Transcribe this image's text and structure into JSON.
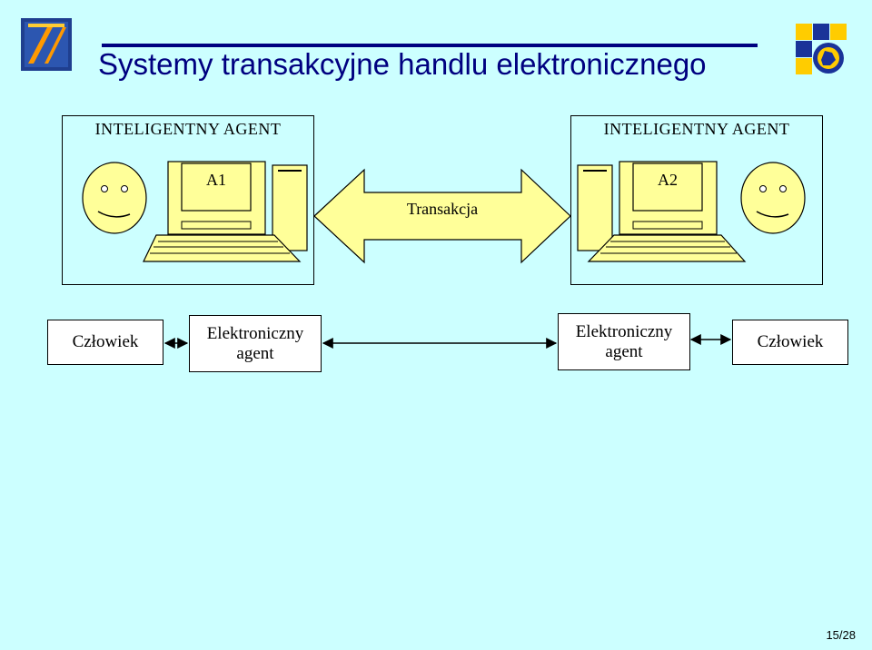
{
  "title": "Systemy transakcyjne handlu elektronicznego",
  "panels": [
    {
      "label": "INTELIGENTNY AGENT",
      "monitor": "A1"
    },
    {
      "label": "INTELIGENTNY AGENT",
      "monitor": "A2"
    }
  ],
  "transaction_label": "Transakcja",
  "flow": [
    {
      "label": "Człowiek"
    },
    {
      "label": "Elektroniczny agent"
    },
    {
      "label": "Elektroniczny agent"
    },
    {
      "label": "Człowiek"
    }
  ],
  "page_number": "15/28",
  "colors": {
    "background": "#ccffff",
    "title": "#000080",
    "arrow_fill": "#ffff99",
    "face_fill": "#ffff99",
    "computer_fill": "#ffff99"
  }
}
